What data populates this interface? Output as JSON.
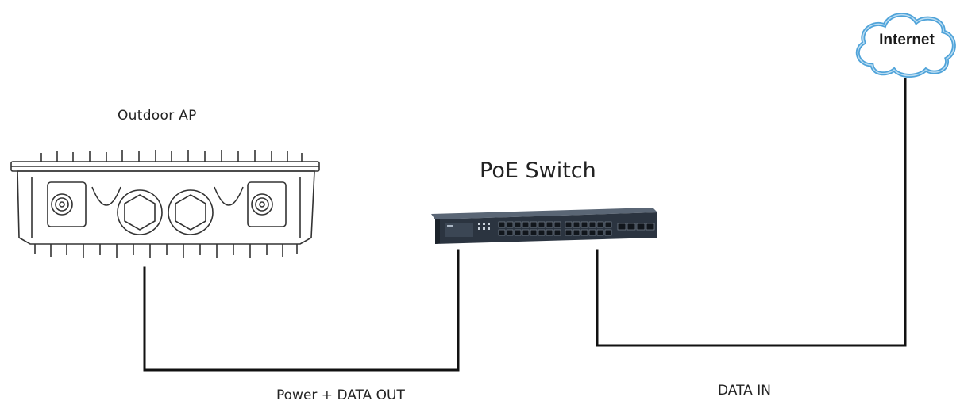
{
  "diagram": {
    "outdoor_ap_label": "Outdoor AP",
    "poe_switch_label": "PoE Switch",
    "internet_label": "Internet",
    "power_data_out_label": "Power + DATA OUT",
    "data_in_label": "DATA IN",
    "colors": {
      "cable": "#111111",
      "cloud_fill": "#ffffff",
      "cloud_outline": "#4fa3d9",
      "switch_body": "#2b3440",
      "switch_face": "#3b4654"
    }
  }
}
